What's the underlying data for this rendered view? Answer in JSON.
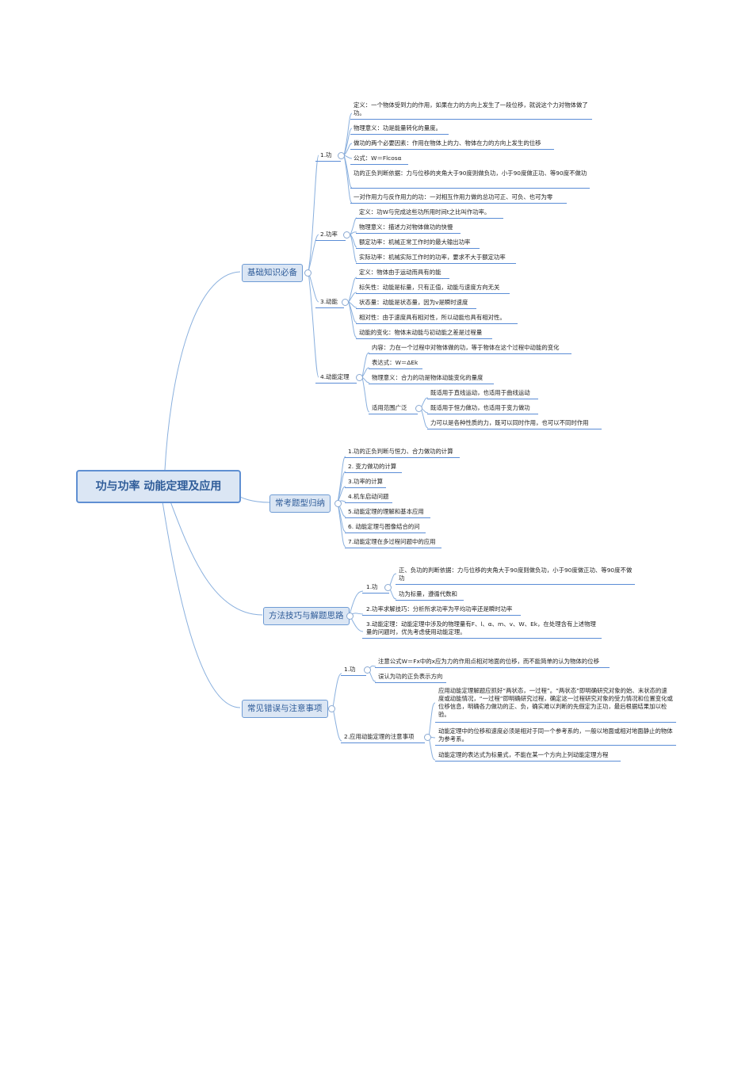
{
  "root": "功与功率 动能定理及应用",
  "branches": {
    "b1": {
      "label": "基础知识必备",
      "s1": {
        "label": "1.功",
        "items": [
          "定义：一个物体受到力的作用，如果在力的方向上发生了一段位移，就说这个力对物体做了功。",
          "物理意义：功是能量转化的量度。",
          "做功的两个必要因素：作用在物体上的力、物体在力的方向上发生的位移",
          "公式：W＝Flcosα",
          "功的正负判断依据：力与位移的夹角大于90度则做负功，小于90度做正功、等90度不做功",
          "一对作用力与反作用力的功：一对相互作用力做的总功可正、可负、也可为零"
        ]
      },
      "s2": {
        "label": "2.功率",
        "items": [
          "定义：功W与完成这些功所用时间t之比叫作功率。",
          "物理意义：描述力对物体做功的快慢",
          "额定功率：机械正常工作时的最大输出功率",
          "实际功率：机械实际工作时的功率，要求不大于额定功率"
        ]
      },
      "s3": {
        "label": "3.动能",
        "items": [
          "定义：物体由于运动而具有的能",
          "标矢性：动能是标量，只有正值，动能与速度方向无关",
          "状态量：动能是状态量，因为v是瞬时速度",
          "相对性：由于速度具有相对性，所以动能也具有相对性。",
          "动能的变化：物体末动能与初动能之差是过程量"
        ]
      },
      "s4": {
        "label": "4.动能定理",
        "items": [
          "内容：力在一个过程中对物体做的功，等于物体在这个过程中动能的变化",
          "表达式：W＝ΔEk",
          "物理意义：合力的功是物体动能变化的量度"
        ],
        "scope": {
          "label": "适用范围广泛",
          "items": [
            "既适用于直线运动，也适用于曲线运动",
            "既适用于恒力做功，也适用于变力做功",
            "力可以是各种性质的力，既可以同时作用，也可以不同时作用"
          ]
        }
      }
    },
    "b2": {
      "label": "常考题型归纳",
      "items": [
        "1.功的正负判断与恒力、合力做功的计算",
        "2. 变力做功的计算",
        "3.功率的计算",
        "4.机车启动问题",
        "5.动能定理的理解和基本应用",
        "6. 动能定理与图像结合的问",
        "7.动能定理在多过程问题中的应用"
      ]
    },
    "b3": {
      "label": "方法技巧与解题思路",
      "s1": {
        "label": "1.功",
        "items": [
          "正、负功的判断依据：力与位移的夹角大于90度则做负功，小于90度做正功、等90度不做功",
          "功为标量，遵循代数和"
        ]
      },
      "s2": "2.功率求解技巧：分析所求功率为平均功率还是瞬时功率",
      "s3": "3.动能定理：动能定理中涉及的物理量有F、l、α、m、v、W、Ek，在处理含有上述物理量的问题时，优先考虑使用动能定理。"
    },
    "b4": {
      "label": "常见错误与注意事项",
      "s1": {
        "label": "1.功",
        "items": [
          "注意公式W＝Fx中的x应为力的作用点相对地面的位移，而不能简单的认为物体的位移",
          "误认为功的正负表示方向"
        ]
      },
      "s2": {
        "label": "2.应用动能定理的注意事项",
        "items": [
          "应用动能定理解题应抓好“两状态，一过程”。“两状态”即明确研究对象的始、末状态的速度或动能情况，“一过程”即明确研究过程，确定这一过程研究对象的受力情况和位置变化或位移信息，明确各力做功的正、负，确实难以判断的先假定为正功，最后根据结果加以检验。",
          "动能定理中的位移和速度必须是相对于同一个参考系的，一般以地面或相对地面静止的物体为参考系。",
          "动能定理的表达式为标量式，不能在某一个方向上列动能定理方程"
        ]
      }
    }
  }
}
